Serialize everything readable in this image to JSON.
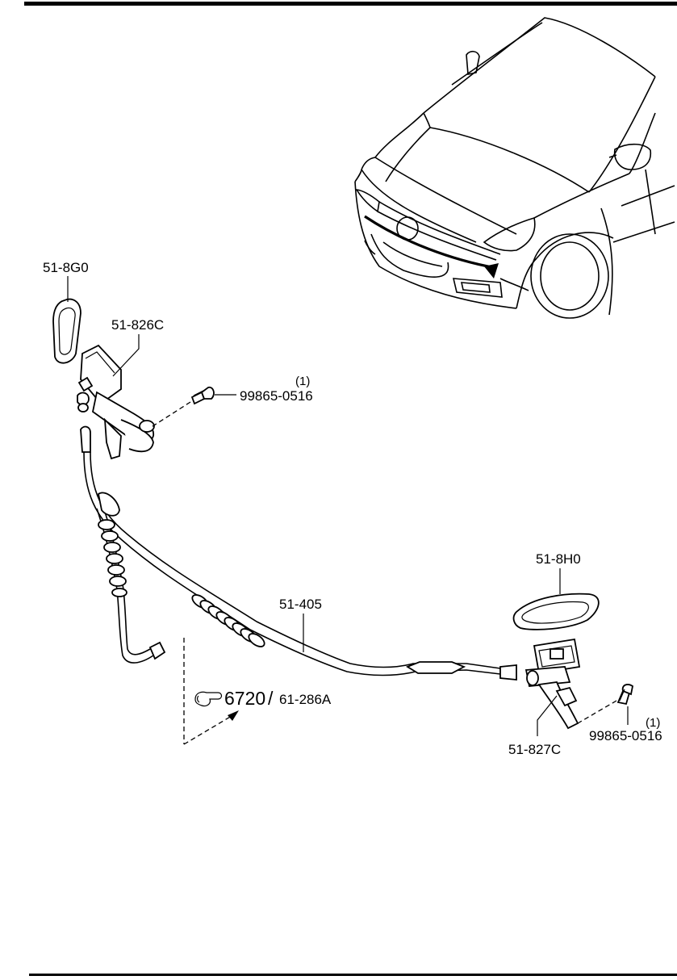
{
  "diagram": {
    "callouts": {
      "part_51_8g0": "51-8G0",
      "part_51_826c": "51-826C",
      "bolt_upper": "99865-0516",
      "bolt_upper_qty": "(1)",
      "part_51_405": "51-405",
      "part_51_8h0": "51-8H0",
      "part_51_827c": "51-827C",
      "bolt_lower": "99865-0516",
      "bolt_lower_qty": "(1)"
    },
    "reference": {
      "page": "6720",
      "separator": "/",
      "code": "61-286A",
      "icon": "pointing-hand-icon"
    }
  }
}
